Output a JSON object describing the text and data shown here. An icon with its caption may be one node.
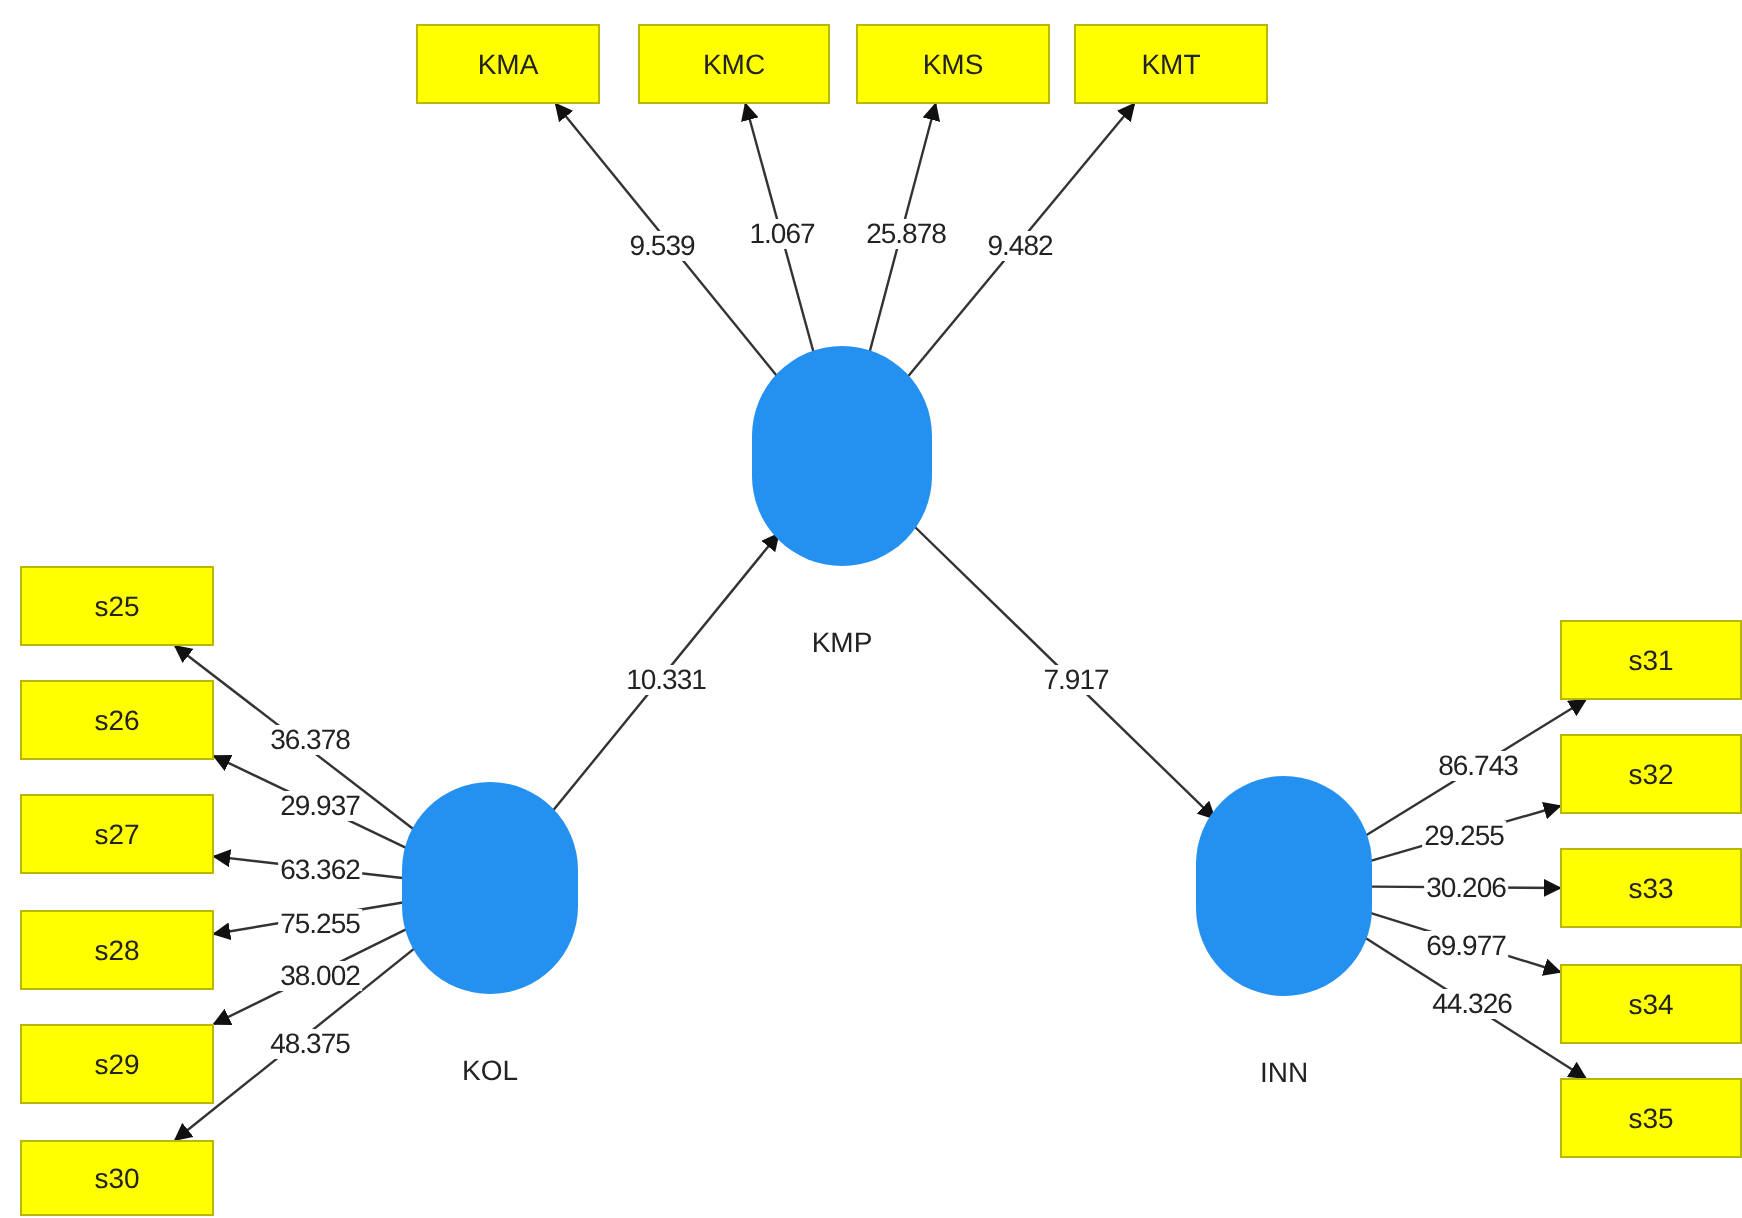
{
  "diagram": {
    "nodes": [
      {
        "text": [
          "KMA"
        ]
      },
      {
        "text": [
          "KMC"
        ]
      },
      {
        "text": [
          "KMS"
        ]
      },
      {
        "text": [
          "KMT"
        ]
      },
      {
        "text": [
          "KMP"
        ]
      },
      {
        "text": [
          "s25"
        ]
      },
      {
        "text": [
          "s26"
        ]
      },
      {
        "text": [
          "s27"
        ]
      },
      {
        "text": [
          "s28"
        ]
      },
      {
        "text": [
          "s29"
        ]
      },
      {
        "text": [
          "s30"
        ]
      },
      {
        "text": [
          "KOL"
        ]
      },
      {
        "text": [
          "s31"
        ]
      },
      {
        "text": [
          "s32"
        ]
      },
      {
        "text": [
          "s33"
        ]
      },
      {
        "text": [
          "s34"
        ]
      },
      {
        "text": [
          "s35"
        ]
      },
      {
        "text": [
          "INN"
        ]
      }
    ],
    "edges": [
      {
        "from": 4,
        "to": 0,
        "arrow": "to",
        "label": "9.539"
      },
      {
        "from": 4,
        "to": 1,
        "arrow": "to",
        "label": "1.067"
      },
      {
        "from": 4,
        "to": 2,
        "arrow": "to",
        "label": "25.878"
      },
      {
        "from": 4,
        "to": 3,
        "arrow": "to",
        "label": "9.482"
      },
      {
        "from": 11,
        "to": 4,
        "arrow": "to",
        "label": "10.331"
      },
      {
        "from": 4,
        "to": 17,
        "arrow": "to",
        "label": "7.917"
      },
      {
        "from": 11,
        "to": 5,
        "arrow": "to",
        "label": "36.378"
      },
      {
        "from": 11,
        "to": 6,
        "arrow": "to",
        "label": "29.937"
      },
      {
        "from": 11,
        "to": 7,
        "arrow": "to",
        "label": "63.362"
      },
      {
        "from": 11,
        "to": 8,
        "arrow": "to",
        "label": "75.255"
      },
      {
        "from": 11,
        "to": 9,
        "arrow": "to",
        "label": "38.002"
      },
      {
        "from": 11,
        "to": 10,
        "arrow": "to",
        "label": "48.375"
      },
      {
        "from": 17,
        "to": 12,
        "arrow": "to",
        "label": "86.743"
      },
      {
        "from": 17,
        "to": 13,
        "arrow": "to",
        "label": "29.255"
      },
      {
        "from": 17,
        "to": 14,
        "arrow": "to",
        "label": "30.206"
      },
      {
        "from": 17,
        "to": 15,
        "arrow": "to",
        "label": "69.977"
      },
      {
        "from": 17,
        "to": 16,
        "arrow": "to",
        "label": "44.326"
      }
    ]
  }
}
